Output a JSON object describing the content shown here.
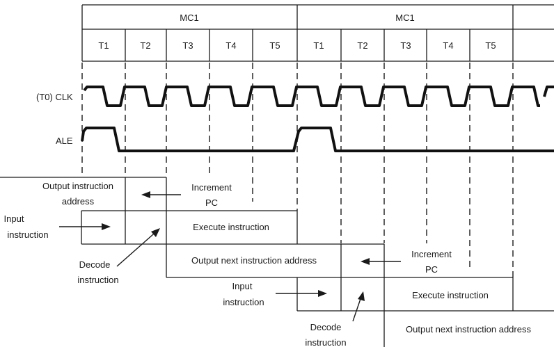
{
  "header": {
    "machine_cycles": [
      "MC1",
      "MC1"
    ],
    "states": [
      "T1",
      "T2",
      "T3",
      "T4",
      "T5",
      "T1",
      "T2",
      "T3",
      "T4",
      "T5"
    ]
  },
  "signals": {
    "clock_label": "(T0) CLK",
    "ale_label": "ALE"
  },
  "cycle1": {
    "output_address": [
      "Output instruction",
      "address"
    ],
    "increment_pc": [
      "Increment",
      "PC"
    ],
    "input_instruction": [
      "Input",
      "instruction"
    ],
    "execute": "Execute instruction",
    "decode": [
      "Decode",
      "instruction"
    ]
  },
  "cycle2": {
    "output_next_address": "Output next instruction address",
    "increment_pc": [
      "Increment",
      "PC"
    ],
    "input_instruction": [
      "Input",
      "instruction"
    ],
    "execute": "Execute instruction",
    "decode": [
      "Decode",
      "instruction"
    ],
    "output_next_address_2": "Output next instruction address"
  }
}
